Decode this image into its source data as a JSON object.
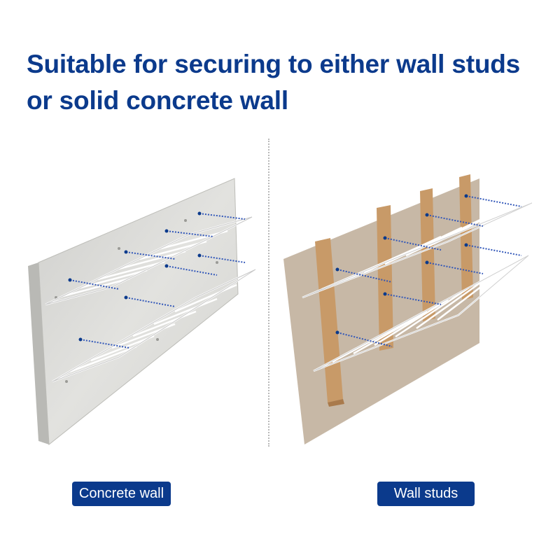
{
  "headline": {
    "line1": "Suitable for securing to either wall studs",
    "line2": "or solid concrete wall"
  },
  "labels": {
    "left": "Concrete wall",
    "right": "Wall studs"
  },
  "colors": {
    "brand_blue": "#0b3a8c",
    "concrete": "#d9d9d6",
    "drywall": "#c7b8a6",
    "stud": "#c89a68"
  }
}
